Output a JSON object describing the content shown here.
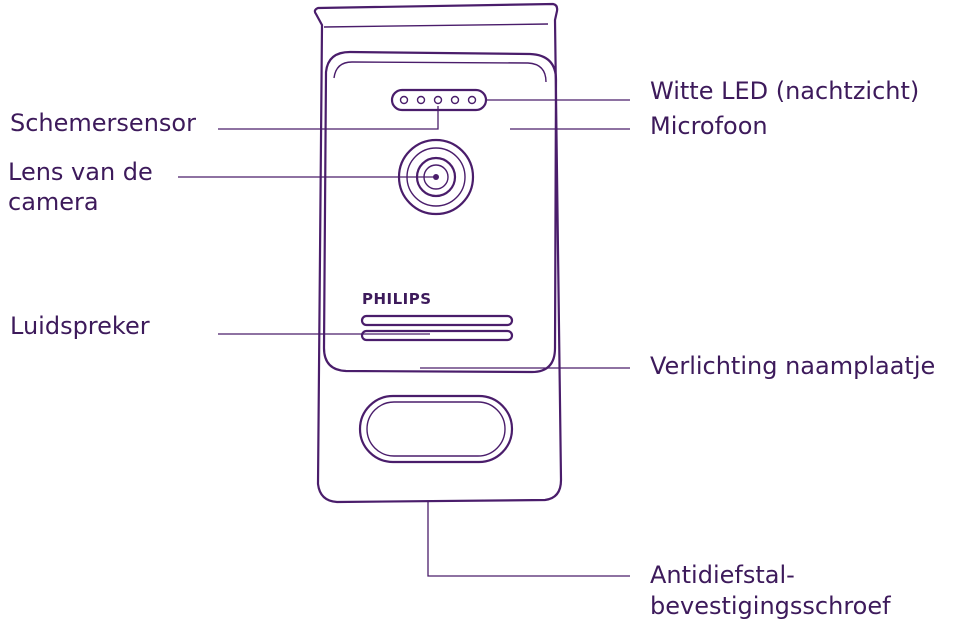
{
  "diagram": {
    "brand": "PHILIPS",
    "labels": {
      "white_led": "Witte LED (nachtzicht)",
      "microphone": "Microfoon",
      "twilight_sensor": "Schemersensor",
      "camera_lens_line1": "Lens van de",
      "camera_lens_line2": "camera",
      "speaker": "Luidspreker",
      "nameplate_lighting": "Verlichting naamplaatje",
      "antitheft_screw_line1": "Antidiefstal-",
      "antitheft_screw_line2": "bevestigingsschroef"
    },
    "colors": {
      "ink": "#4a1d6b",
      "text": "#3d1a5b",
      "background": "#ffffff"
    }
  }
}
